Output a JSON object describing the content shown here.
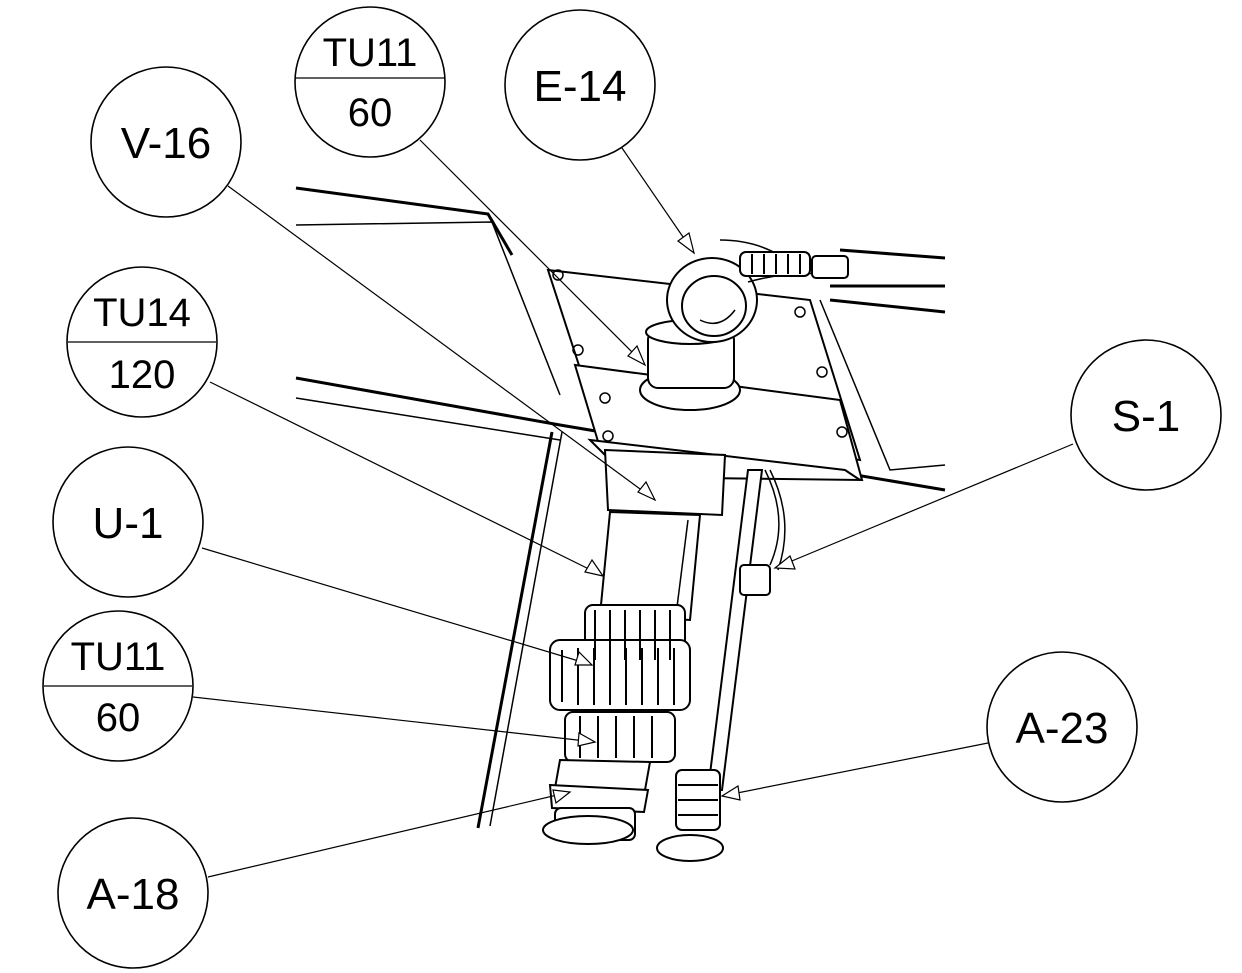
{
  "callouts": {
    "v16": {
      "label": "V-16"
    },
    "tu11_top": {
      "top": "TU11",
      "bottom": "60"
    },
    "e14": {
      "label": "E-14"
    },
    "tu14": {
      "top": "TU14",
      "bottom": "120"
    },
    "s1": {
      "label": "S-1"
    },
    "u1": {
      "label": "U-1"
    },
    "tu11_bottom": {
      "top": "TU11",
      "bottom": "60"
    },
    "a23": {
      "label": "A-23"
    },
    "a18": {
      "label": "A-18"
    }
  },
  "colors": {
    "line": "#000000",
    "background": "#ffffff"
  }
}
